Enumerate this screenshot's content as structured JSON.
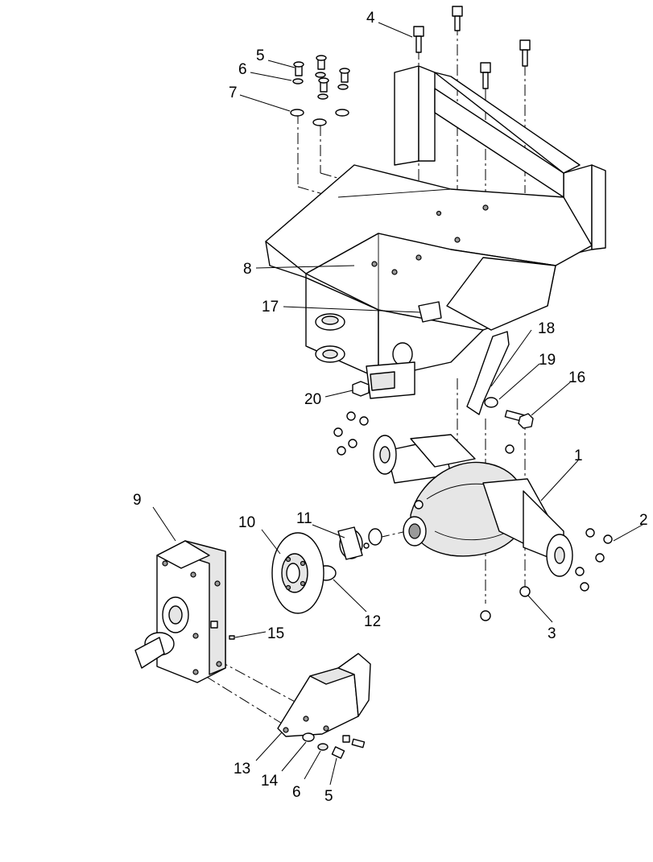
{
  "callouts": [
    {
      "id": "c1",
      "label": "1"
    },
    {
      "id": "c2",
      "label": "2"
    },
    {
      "id": "c3",
      "label": "3"
    },
    {
      "id": "c4",
      "label": "4"
    },
    {
      "id": "c5a",
      "label": "5"
    },
    {
      "id": "c5b",
      "label": "5"
    },
    {
      "id": "c6a",
      "label": "6"
    },
    {
      "id": "c6b",
      "label": "6"
    },
    {
      "id": "c7",
      "label": "7"
    },
    {
      "id": "c8",
      "label": "8"
    },
    {
      "id": "c9",
      "label": "9"
    },
    {
      "id": "c10",
      "label": "10"
    },
    {
      "id": "c11",
      "label": "11"
    },
    {
      "id": "c12",
      "label": "12"
    },
    {
      "id": "c13",
      "label": "13"
    },
    {
      "id": "c14",
      "label": "14"
    },
    {
      "id": "c15",
      "label": "15"
    },
    {
      "id": "c16",
      "label": "16"
    },
    {
      "id": "c17",
      "label": "17"
    },
    {
      "id": "c18",
      "label": "18"
    },
    {
      "id": "c19",
      "label": "19"
    },
    {
      "id": "c20",
      "label": "20"
    }
  ]
}
